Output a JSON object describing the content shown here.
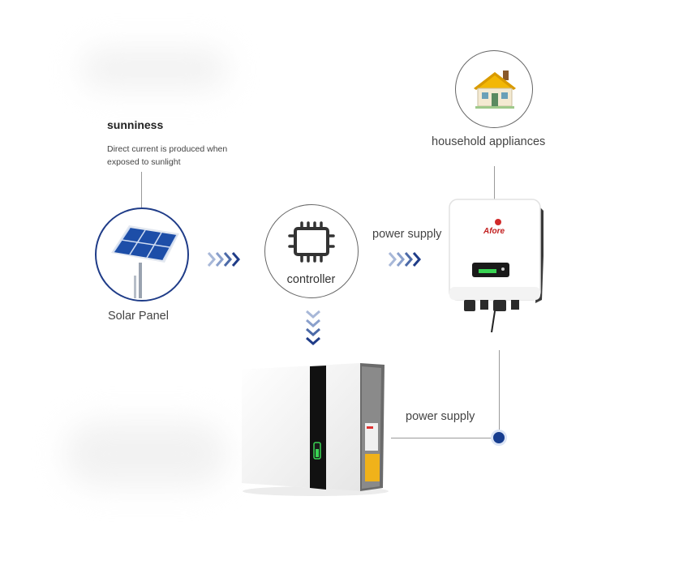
{
  "sun": {
    "title": "sunniness",
    "description": "Direct current is produced when exposed to sunlight"
  },
  "solar_panel": {
    "label": "Solar Panel"
  },
  "controller": {
    "label": "controller"
  },
  "inverter": {
    "brand": "Afore"
  },
  "household": {
    "label": "household appliances"
  },
  "flow_labels": {
    "controller_to_inverter": "power supply",
    "battery_to_line": "power supply"
  },
  "colors": {
    "accent_blue": "#1f3c88",
    "dot_blue": "#173d8f",
    "chevron_light": "#a8b8d8",
    "chevron_dark": "#1f3c88",
    "line_gray": "#9a9a9a",
    "house_roof": "#f2b705"
  }
}
